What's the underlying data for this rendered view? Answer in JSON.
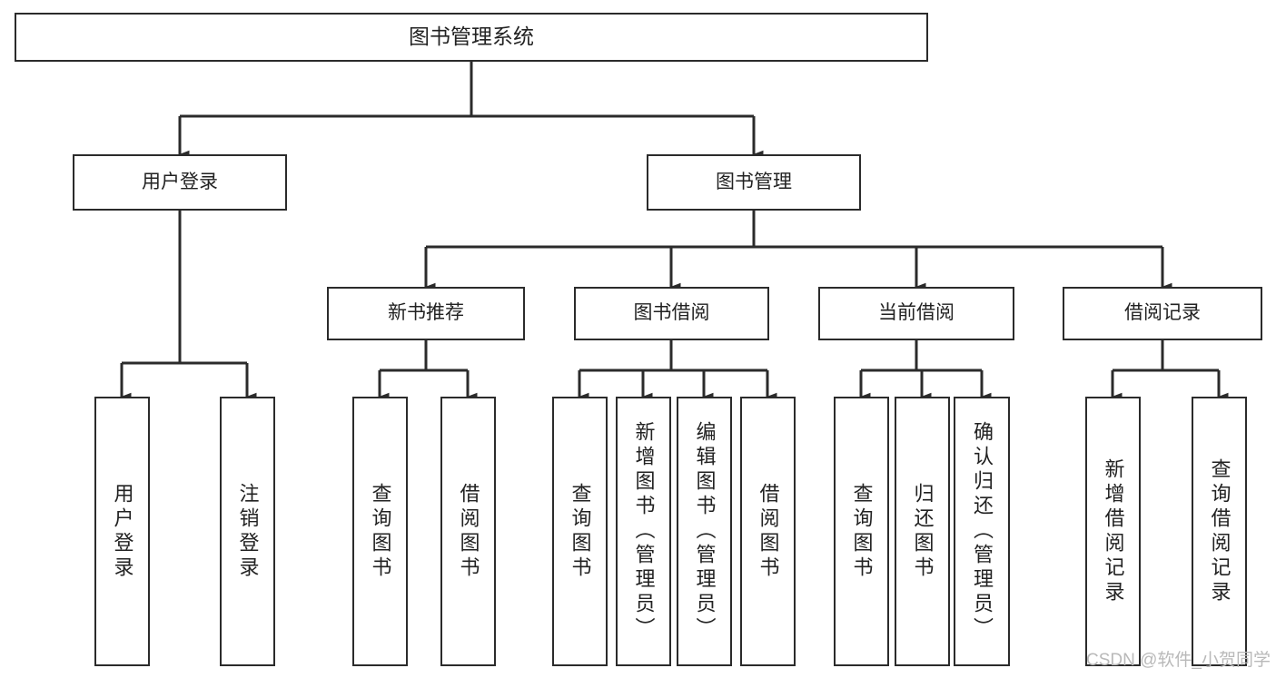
{
  "diagram": {
    "type": "hierarchy-tree",
    "title": "图书管理系统",
    "root": {
      "label": "图书管理系统"
    },
    "level2": [
      {
        "label": "用户登录"
      },
      {
        "label": "图书管理"
      }
    ],
    "level3": [
      {
        "label": "新书推荐"
      },
      {
        "label": "图书借阅"
      },
      {
        "label": "当前借阅"
      },
      {
        "label": "借阅记录"
      }
    ],
    "leaves": [
      {
        "label": "用户登录",
        "parent": "用户登录"
      },
      {
        "label": "注销登录",
        "parent": "用户登录"
      },
      {
        "label": "查询图书",
        "parent": "新书推荐"
      },
      {
        "label": "借阅图书",
        "parent": "新书推荐"
      },
      {
        "label": "查询图书",
        "parent": "图书借阅"
      },
      {
        "label": "新增图书（管理员）",
        "parent": "图书借阅"
      },
      {
        "label": "编辑图书（管理员）",
        "parent": "图书借阅"
      },
      {
        "label": "借阅图书",
        "parent": "图书借阅"
      },
      {
        "label": "查询图书",
        "parent": "当前借阅"
      },
      {
        "label": "归还图书",
        "parent": "当前借阅"
      },
      {
        "label": "确认归还（管理员）",
        "parent": "当前借阅"
      },
      {
        "label": "新增借阅记录",
        "parent": "借阅记录"
      },
      {
        "label": "查询借阅记录",
        "parent": "借阅记录"
      }
    ],
    "colors": {
      "stroke": "#2b2b2b",
      "fill": "#ffffff",
      "text": "#222222",
      "watermark": "#b9b9b9"
    }
  },
  "watermark": {
    "text": "CSDN @软件_小贺同学"
  }
}
